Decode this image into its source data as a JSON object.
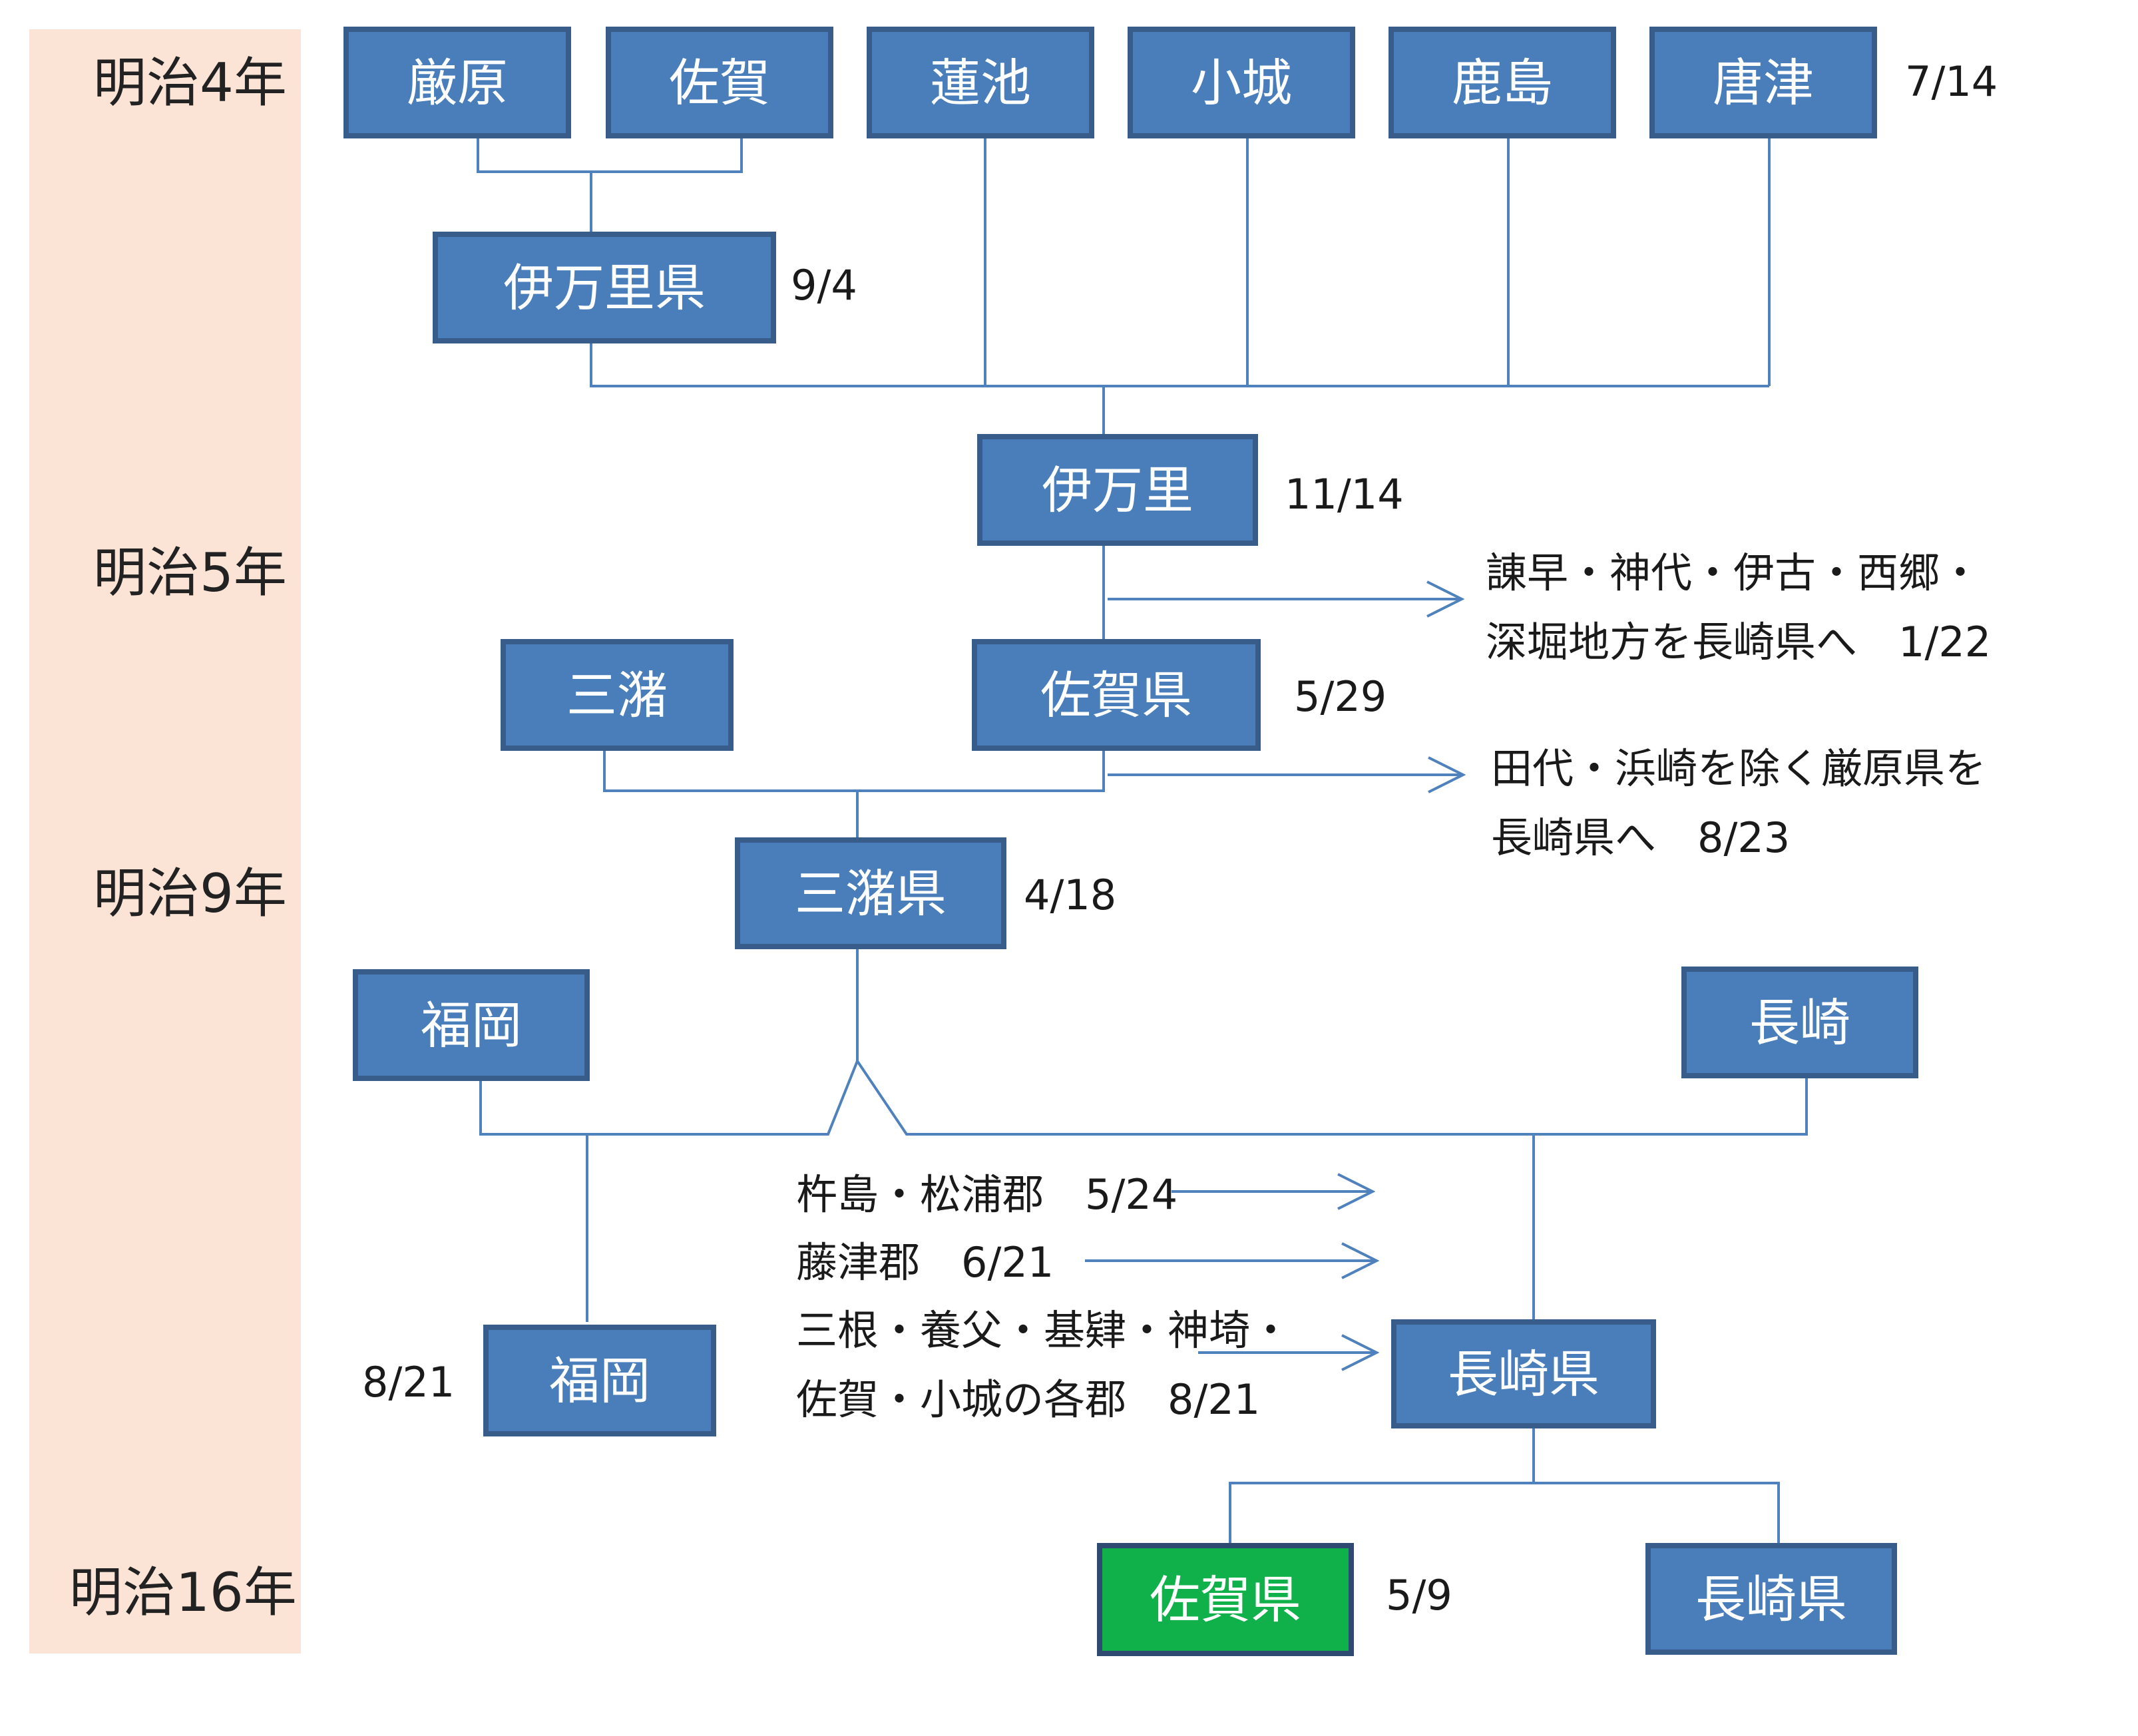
{
  "colors": {
    "box_fill": "#4a7ebb",
    "box_border": "#385d8a",
    "final_fill": "#10b04a",
    "final_border": "#2e4a70",
    "era_band": "#fbe3d6",
    "line": "#4f81bd"
  },
  "eras": {
    "meiji4": "明治4年",
    "meiji5": "明治5年",
    "meiji9": "明治9年",
    "meiji16": "明治16年"
  },
  "nodes": {
    "izuhara": "厳原",
    "saga_han": "佐賀",
    "hasunoike": "蓮池",
    "ogi": "小城",
    "kashima": "鹿島",
    "karatsu": "唐津",
    "imari_ken_1": "伊万里県",
    "imari": "伊万里",
    "mizuma": "三潴",
    "saga_ken_1": "佐賀県",
    "mizuma_ken": "三潴県",
    "fukuoka_1": "福岡",
    "nagasaki_1": "長崎",
    "fukuoka_2": "福岡",
    "nagasaki_ken_1": "長崎県",
    "saga_ken_final": "佐賀県",
    "nagasaki_ken_2": "長崎県"
  },
  "dates": {
    "d_7_14": "7/14",
    "d_9_4": "9/4",
    "d_11_14": "11/14",
    "d_5_29": "5/29",
    "d_4_18": "4/18",
    "d_8_21_fukuoka": "8/21",
    "d_5_9": "5/9"
  },
  "notes": {
    "isahaya_line1": "諌早・神代・伊古・西郷・",
    "isahaya_line2": "深堀地方を長崎県へ　1/22",
    "tashiro_line1": "田代・浜崎を除く厳原県を",
    "tashiro_line2": "長崎県へ　8/23",
    "kishima": "杵島・松浦郡　5/24",
    "fujitsu": "藤津郡　6/21",
    "mine_line1": "三根・養父・基肄・神埼・",
    "mine_line2": "佐賀・小城の各郡　8/21"
  }
}
